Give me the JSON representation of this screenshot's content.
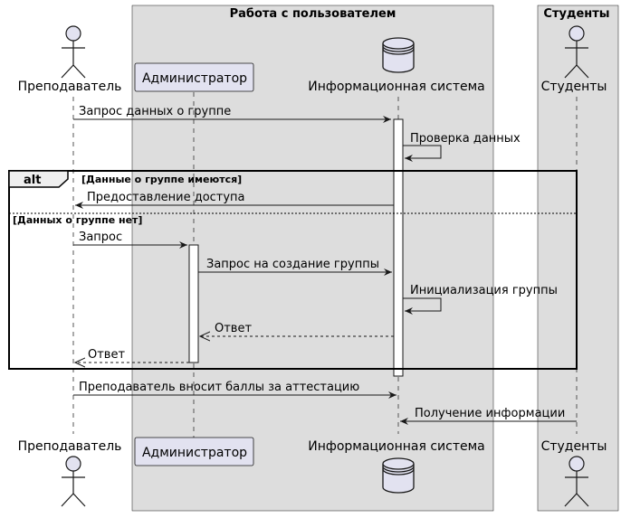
{
  "colors": {
    "box_fill": "#dddddd",
    "participant_fill": "#e2e2f0",
    "line": "#181818",
    "lifeline": "#555555"
  },
  "boxes": [
    {
      "id": "box-user",
      "title": "Работа с пользователем"
    },
    {
      "id": "box-students",
      "title": "Студенты"
    }
  ],
  "participants": [
    {
      "id": "teacher",
      "label": "Преподаватель",
      "type": "actor"
    },
    {
      "id": "admin",
      "label": "Администратор",
      "type": "participant"
    },
    {
      "id": "system",
      "label": "Информационная система",
      "type": "database"
    },
    {
      "id": "students",
      "label": "Студенты",
      "type": "actor"
    }
  ],
  "messages": [
    {
      "id": "m1",
      "from": "teacher",
      "to": "system",
      "label": "Запрос данных о группе",
      "style": "solid"
    },
    {
      "id": "m2",
      "from": "system",
      "to": "system",
      "label": "Проверка данных",
      "style": "self"
    },
    {
      "id": "m3",
      "from": "system",
      "to": "teacher",
      "label": "Предоставление доступа",
      "style": "solid"
    },
    {
      "id": "m4",
      "from": "teacher",
      "to": "admin",
      "label": "Запрос",
      "style": "solid"
    },
    {
      "id": "m5",
      "from": "admin",
      "to": "system",
      "label": "Запрос на создание группы",
      "style": "solid"
    },
    {
      "id": "m6",
      "from": "system",
      "to": "system",
      "label": "Инициализация группы",
      "style": "self"
    },
    {
      "id": "m7",
      "from": "system",
      "to": "admin",
      "label": "Ответ",
      "style": "dashed"
    },
    {
      "id": "m8",
      "from": "admin",
      "to": "teacher",
      "label": "Ответ",
      "style": "dashed"
    },
    {
      "id": "m9",
      "from": "teacher",
      "to": "system",
      "label": "Преподаватель вносит баллы за аттестацию",
      "style": "solid"
    },
    {
      "id": "m10",
      "from": "students",
      "to": "system",
      "label": "Получение информации",
      "style": "solid"
    }
  ],
  "fragment": {
    "keyword": "alt",
    "guard1": "[Данные о группе имеются]",
    "guard2": "[Данных о группе нет]"
  }
}
